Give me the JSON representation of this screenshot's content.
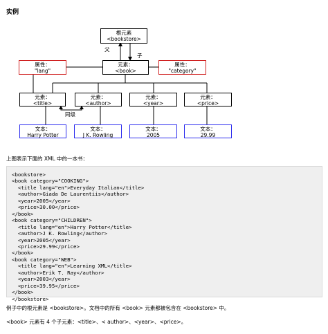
{
  "heading": "实例",
  "diagram": {
    "root": {
      "l1": "根元素",
      "l2": "<bookstore>"
    },
    "book": {
      "l1": "元素：",
      "l2": "<book>"
    },
    "attr_lang": {
      "l1": "属性：",
      "l2": "\"lang\""
    },
    "attr_category": {
      "l1": "属性：",
      "l2": "\"category\""
    },
    "children": [
      {
        "l1": "元素：",
        "l2": "<title>"
      },
      {
        "l1": "元素：",
        "l2": "<author>"
      },
      {
        "l1": "元素：",
        "l2": "<year>"
      },
      {
        "l1": "元素：",
        "l2": "<price>"
      }
    ],
    "texts": [
      {
        "l1": "文本：",
        "l2": "Harry Potter"
      },
      {
        "l1": "文本：",
        "l2": "J K. Rowling"
      },
      {
        "l1": "文本：",
        "l2": "2005"
      },
      {
        "l1": "文本：",
        "l2": "29.99"
      }
    ],
    "edge_parent": "父",
    "edge_child": "子",
    "edge_sibling": "同级"
  },
  "caption_top": "上图表示下面的 XML 中的一本书：",
  "code": "<bookstore>\n<book category=\"COOKING\">\n  <title lang=\"en\">Everyday Italian</title>\n  <author>Giada De Laurentiis</author>\n  <year>2005</year>\n  <price>30.00</price>\n</book>\n<book category=\"CHILDREN\">\n  <title lang=\"en\">Harry Potter</title>\n  <author>J K. Rowling</author>\n  <year>2005</year>\n  <price>29.99</price>\n</book>\n<book category=\"WEB\">\n  <title lang=\"en\">Learning XML</title>\n  <author>Erik T. Ray</author>\n  <year>2003</year>\n  <price>39.95</price>\n</book>\n</bookstore>",
  "para1": "例子中的根元素是 <bookstore>。文档中的所有 <book> 元素都被包含在 <bookstore> 中。",
  "para2": "<book> 元素有 4 个子元素：<title>、< author>、<year>、<price>。"
}
